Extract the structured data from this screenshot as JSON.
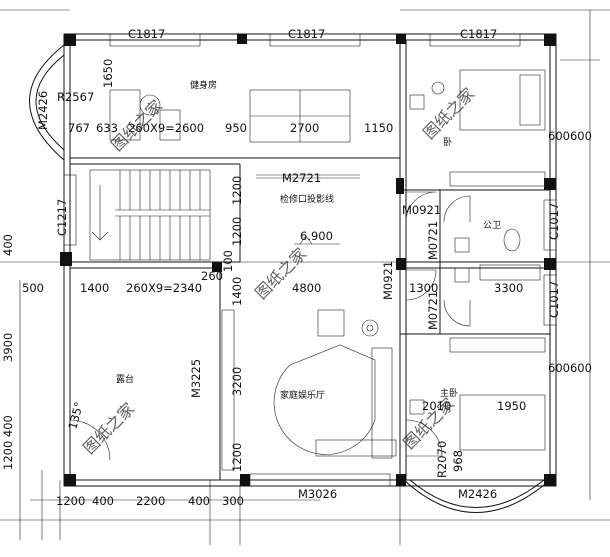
{
  "rooms": {
    "gym": "健身房",
    "bedroom_top": "卧",
    "bath": "公卫",
    "family_hall": "家庭娱乐厅",
    "terrace": "露台",
    "master_bedroom": "主卧"
  },
  "codes": {
    "c1817_a": "C1817",
    "c1817_b": "C1817",
    "c1817_c": "C1817",
    "m2426_left": "M2426",
    "r2567": "R2567",
    "m2721": "M2721",
    "access_note": "检修口投影线",
    "m0921_a": "M0921",
    "m0921_b": "M0921",
    "m0721_a": "M0721",
    "m0721_b": "M0721",
    "c1017_a": "C1017",
    "c1017_b": "C1017",
    "c1217": "C1217",
    "m3225": "M3225",
    "m3026": "M3026",
    "m2426_bottom": "M2426",
    "r2070": "R2070",
    "elevation": "6.900",
    "angle": "135°"
  },
  "dims": {
    "d1650": "1650",
    "d767": "767",
    "d633": "633",
    "d260x9": "260X9=2600",
    "d950": "950",
    "d2700": "2700",
    "d1150": "1150",
    "d600600_a": "600600",
    "d600600_b": "600600",
    "d1200_a": "1200",
    "d1200_b": "1200",
    "d400_left": "400",
    "d100": "100",
    "d1400_v": "1400",
    "d4800": "4800",
    "d1300": "1300",
    "d3300": "3300",
    "d500": "500",
    "d1400_h": "1400",
    "d260x9_b": "260X9=2340",
    "d260": "260",
    "d3900": "3900",
    "d3200": "3200",
    "d1200_400": "1200 400",
    "d1200_c": "1200",
    "d2010": "2010",
    "d1950": "1950",
    "d968": "968",
    "b1200": "1200",
    "b400a": "400",
    "b2200": "2200",
    "b400b": "400",
    "b300": "300"
  },
  "watermark": "图纸之家"
}
